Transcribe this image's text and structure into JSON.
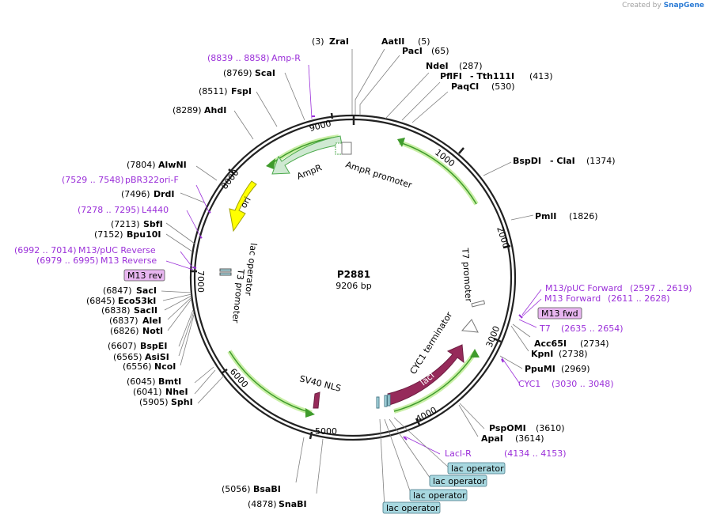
{
  "brand": {
    "prefix": "Created by",
    "name": "SnapGene"
  },
  "plasmid": {
    "name": "P2881",
    "size_label": "9206 bp",
    "length": 9206
  },
  "ticks": [
    "1000",
    "2000",
    "3000",
    "4000",
    "5000",
    "6000",
    "7000",
    "8000",
    "9000"
  ],
  "features": [
    {
      "name": "AmpR",
      "color": "#cfe9d2",
      "stroke": "#4caa4c"
    },
    {
      "name": "AmpR promoter",
      "color": "#ffffff",
      "stroke": "#777777"
    },
    {
      "name": "ori",
      "color": "#ffff00",
      "stroke": "#a0a000"
    },
    {
      "name": "lacI",
      "color": "#962a5a",
      "stroke": "#6e1e42"
    },
    {
      "name": "CYC1 terminator",
      "color": "#ffffff",
      "stroke": "#777777"
    },
    {
      "name": "SV40 NLS",
      "color": "#962a5a",
      "stroke": "#6e1e42"
    },
    {
      "name": "T7 promoter",
      "color": "#ffffff",
      "stroke": "#777777"
    },
    {
      "name": "lac operator",
      "color": "#ffffff",
      "stroke": "#777777"
    },
    {
      "name": "T3 promoter",
      "color": "#ffffff",
      "stroke": "#777777"
    }
  ],
  "sites": [
    {
      "pos": "(3)",
      "name": "ZraI"
    },
    {
      "pos": "(5)",
      "name": "AatII"
    },
    {
      "pos": "(65)",
      "name": "PacI"
    },
    {
      "pos": "(287)",
      "name": "NdeI"
    },
    {
      "pos": "(413)",
      "name": "PflFI",
      "alt": "- Tth111I"
    },
    {
      "pos": "(530)",
      "name": "PaqCI"
    },
    {
      "pos": "(1374)",
      "name": "BspDI",
      "alt": "- ClaI"
    },
    {
      "pos": "(1826)",
      "name": "PmlI"
    },
    {
      "pos": "(2734)",
      "name": "Acc65I"
    },
    {
      "pos": "(2738)",
      "name": "KpnI"
    },
    {
      "pos": "(2969)",
      "name": "PpuMI"
    },
    {
      "pos": "(3610)",
      "name": "PspOMI"
    },
    {
      "pos": "(3614)",
      "name": "ApaI"
    },
    {
      "pos": "(4878)",
      "name": "SnaBI"
    },
    {
      "pos": "(5056)",
      "name": "BsaBI"
    },
    {
      "pos": "(5905)",
      "name": "SphI"
    },
    {
      "pos": "(6041)",
      "name": "NheI"
    },
    {
      "pos": "(6045)",
      "name": "BmtI"
    },
    {
      "pos": "(6556)",
      "name": "NcoI"
    },
    {
      "pos": "(6565)",
      "name": "AsiSI"
    },
    {
      "pos": "(6607)",
      "name": "BspEI"
    },
    {
      "pos": "(6826)",
      "name": "NotI"
    },
    {
      "pos": "(6837)",
      "name": "AleI"
    },
    {
      "pos": "(6838)",
      "name": "SacII"
    },
    {
      "pos": "(6845)",
      "name": "Eco53kI"
    },
    {
      "pos": "(6847)",
      "name": "SacI"
    },
    {
      "pos": "(7152)",
      "name": "Bpu10I"
    },
    {
      "pos": "(7213)",
      "name": "SbfI"
    },
    {
      "pos": "(7496)",
      "name": "DrdI"
    },
    {
      "pos": "(7804)",
      "name": "AlwNI"
    },
    {
      "pos": "(8289)",
      "name": "AhdI"
    },
    {
      "pos": "(8511)",
      "name": "FspI"
    },
    {
      "pos": "(8769)",
      "name": "ScaI"
    }
  ],
  "primers": [
    {
      "range": "(8839 .. 8858)",
      "name": "Amp-R"
    },
    {
      "range": "(7529 .. 7548)",
      "name": "pBR322ori-F"
    },
    {
      "range": "(7278 .. 7295)",
      "name": "L4440"
    },
    {
      "range": "(6992 .. 7014)",
      "name": "M13/pUC Reverse"
    },
    {
      "range": "(6979 .. 6995)",
      "name": "M13 Reverse"
    },
    {
      "range": "(2597 .. 2619)",
      "name": "M13/pUC Forward"
    },
    {
      "range": "(2611 .. 2628)",
      "name": "M13 Forward"
    },
    {
      "range": "(2635 .. 2654)",
      "name": "T7"
    },
    {
      "range": "(3030 .. 3048)",
      "name": "CYC1"
    },
    {
      "range": "(4134 .. 4153)",
      "name": "LacI-R"
    }
  ],
  "boxes": [
    {
      "text": "M13 rev",
      "color": "#e8b6f0"
    },
    {
      "text": "M13 fwd",
      "color": "#e8b6f0"
    },
    {
      "text": "lac operator",
      "color": "#a8d8e0"
    },
    {
      "text": "lac operator",
      "color": "#a8d8e0"
    },
    {
      "text": "lac operator",
      "color": "#a8d8e0"
    },
    {
      "text": "lac operator",
      "color": "#a8d8e0"
    }
  ],
  "colors": {
    "primer": "#9b30d9",
    "ring": "#222222",
    "cut_line": "#808080"
  }
}
